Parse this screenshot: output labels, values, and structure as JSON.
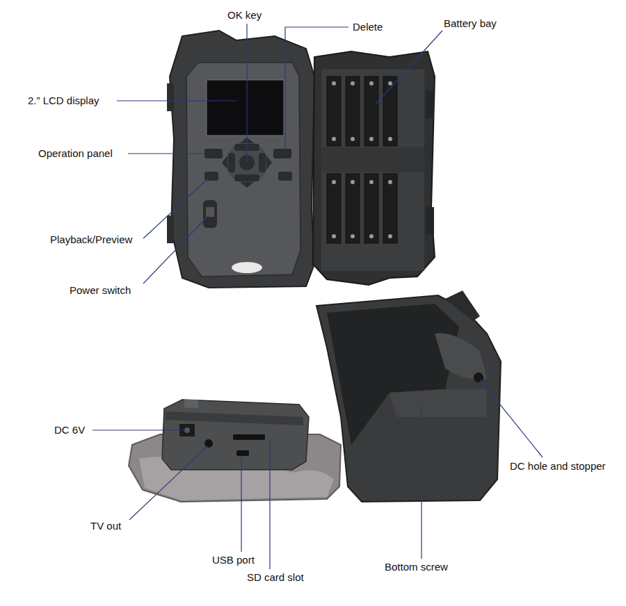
{
  "diagram": {
    "labels": [
      "OK key",
      "Delete",
      "Battery bay",
      "2.” LCD display",
      "Operation panel",
      "Playback/Preview",
      "Power switch",
      "DC 6V",
      "TV out",
      "USB port",
      "SD card slot",
      "Bottom screw",
      "DC hole and stopper"
    ]
  }
}
